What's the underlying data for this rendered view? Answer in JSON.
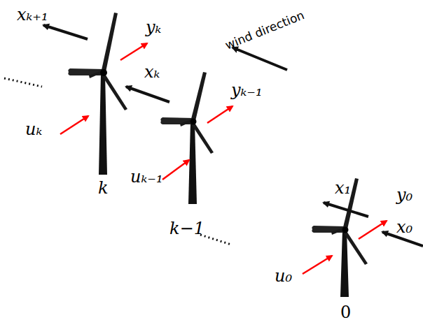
{
  "diagram": {
    "labels": [
      "xₖ₊₁",
      "yₖ",
      "wind direction",
      "xₖ",
      "yₖ₋₁",
      "uₖ",
      "k",
      "uₖ₋₁",
      "x₁",
      "y₀",
      "x₀",
      "k−1",
      "u₀",
      "0"
    ]
  }
}
